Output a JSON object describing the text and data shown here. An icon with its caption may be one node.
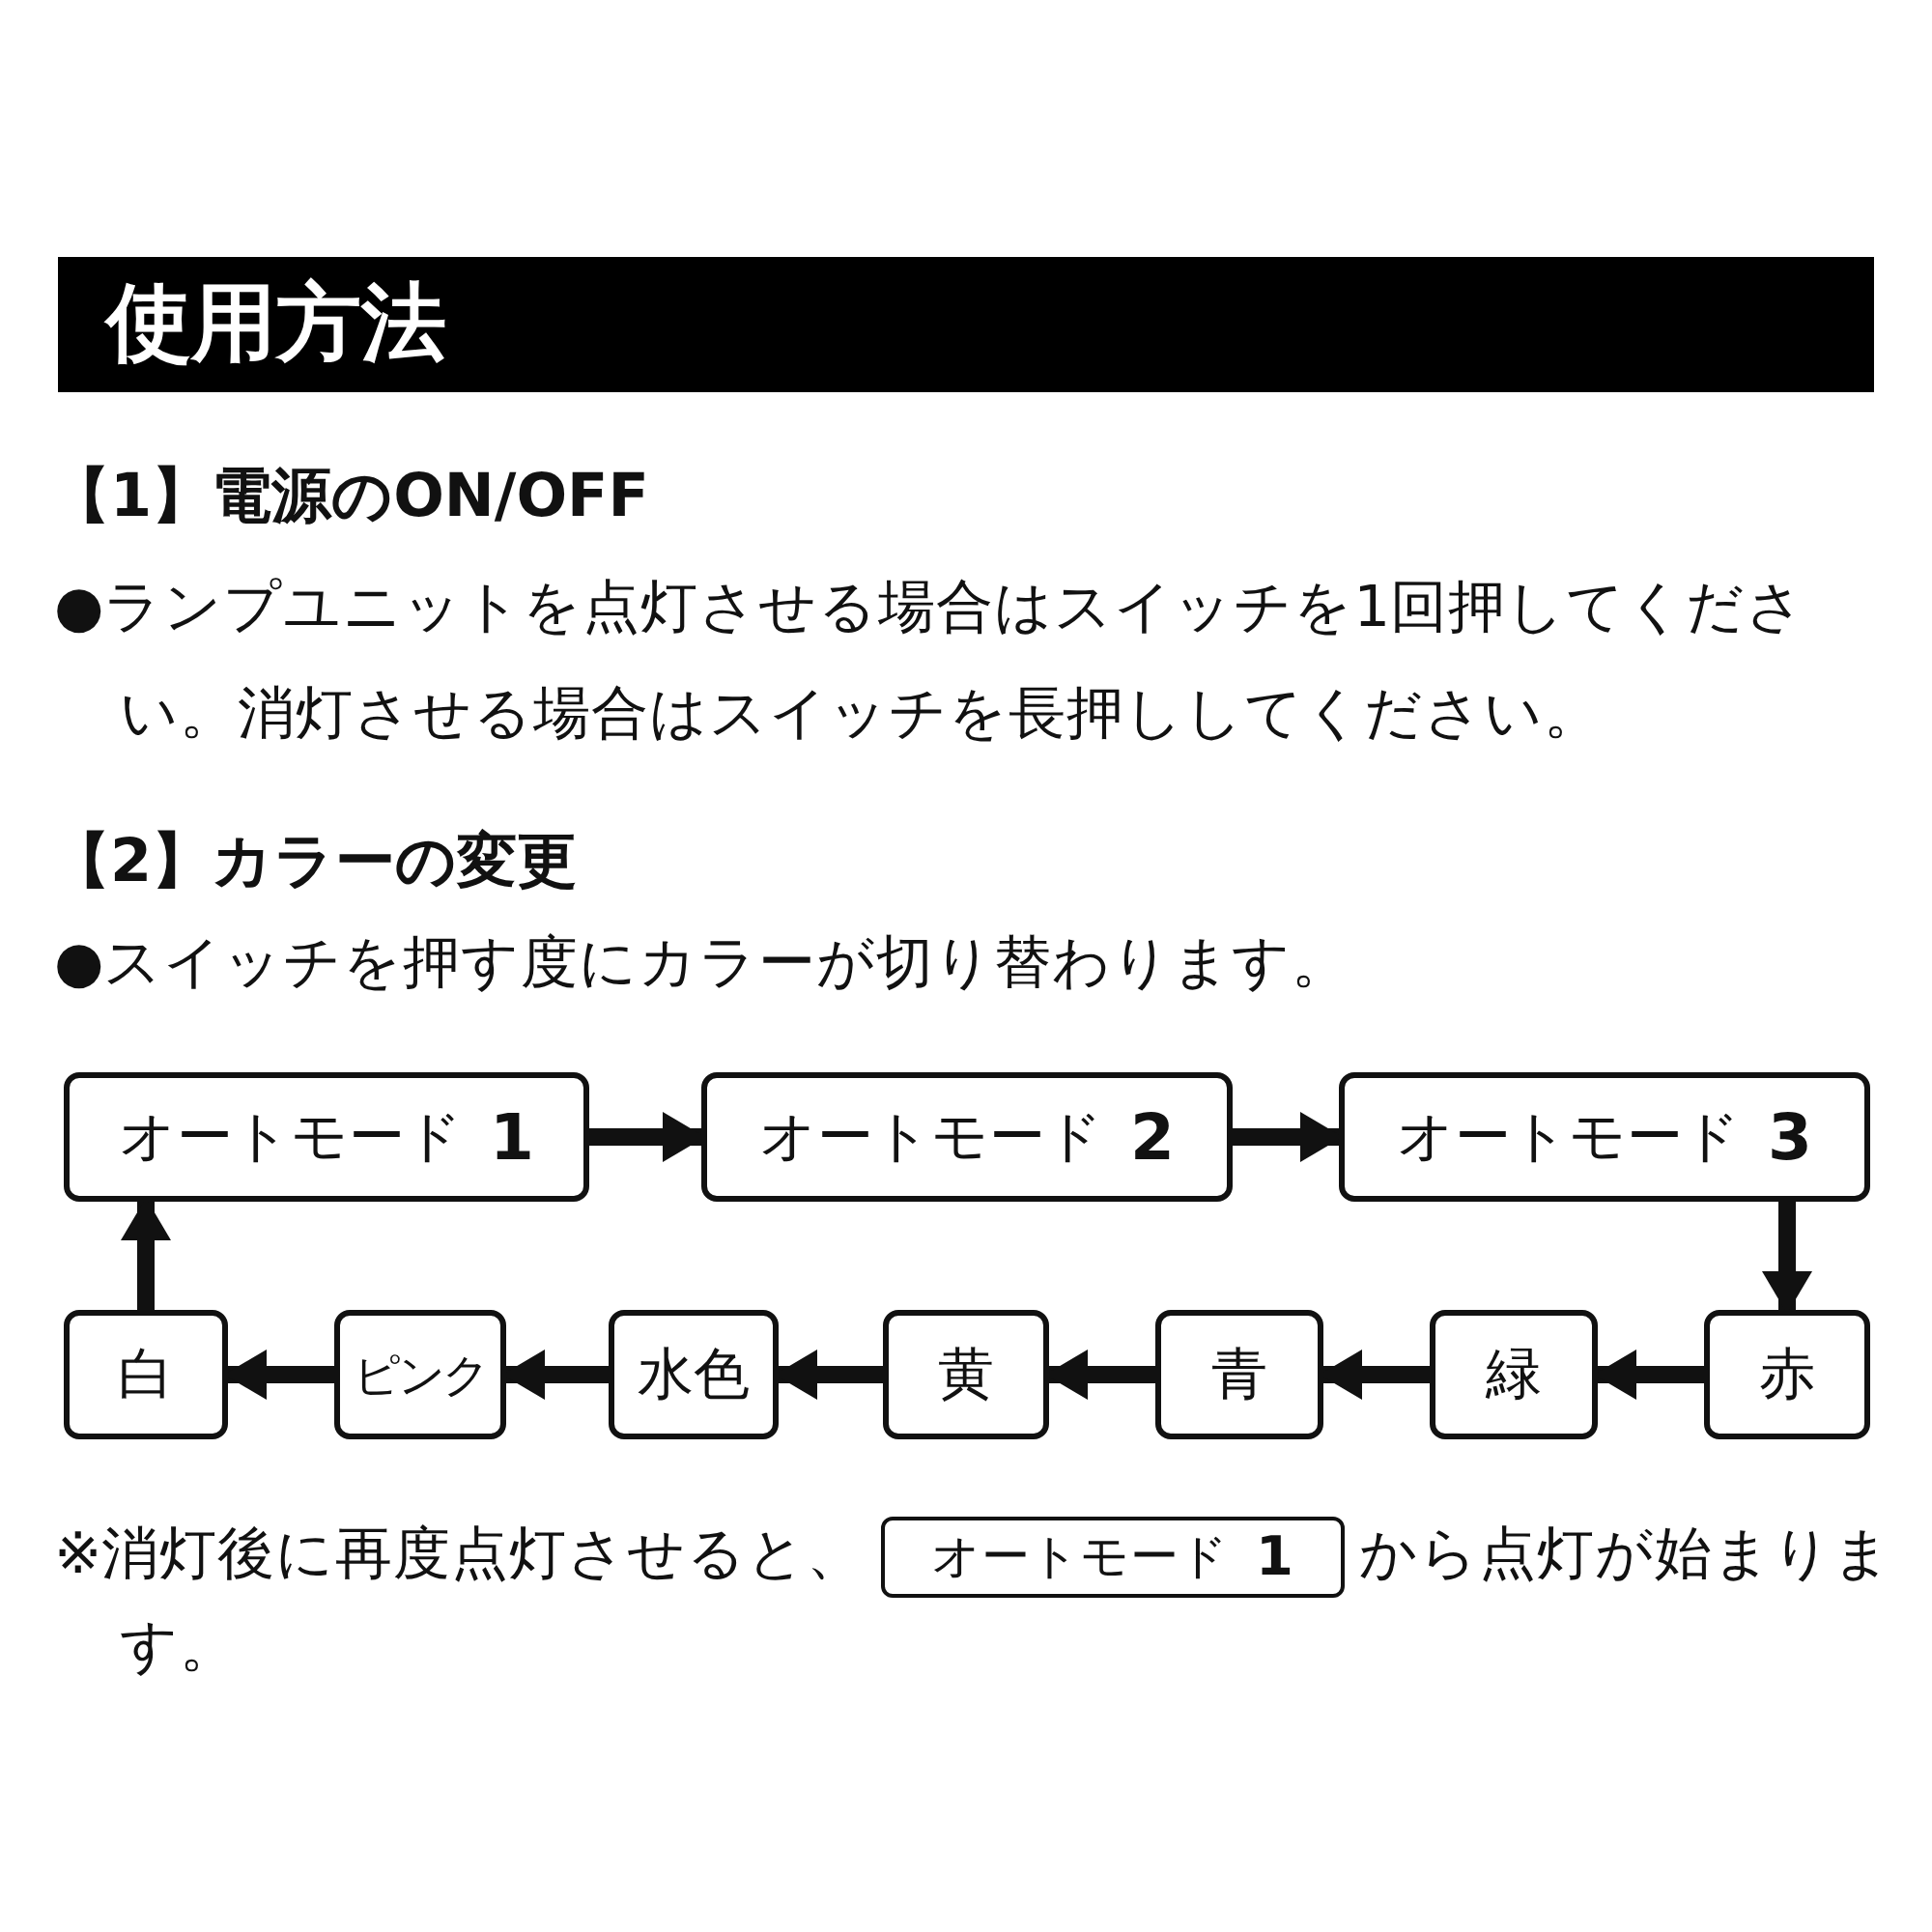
{
  "diagram": {
    "title": "使用方法",
    "nodes": [
      {
        "text": [
          "オートモード **1**"
        ]
      },
      {
        "text": [
          "オートモード **2**"
        ]
      },
      {
        "text": [
          "オートモード **3**"
        ]
      },
      {
        "text": [
          "白"
        ]
      },
      {
        "text": [
          "ピンク"
        ]
      },
      {
        "text": [
          "水色"
        ]
      },
      {
        "text": [
          "黄"
        ]
      },
      {
        "text": [
          "青"
        ]
      },
      {
        "text": [
          "緑"
        ]
      },
      {
        "text": [
          "赤"
        ]
      },
      {
        "text": [
          "オートモード **1**"
        ]
      }
    ],
    "edges": [
      {
        "from": 0,
        "to": 1,
        "arrow": "to"
      },
      {
        "from": 1,
        "to": 2,
        "arrow": "to"
      },
      {
        "from": 2,
        "to": 9,
        "arrow": "to"
      },
      {
        "from": 9,
        "to": 8,
        "arrow": "to"
      },
      {
        "from": 8,
        "to": 7,
        "arrow": "to"
      },
      {
        "from": 7,
        "to": 6,
        "arrow": "to"
      },
      {
        "from": 6,
        "to": 5,
        "arrow": "to"
      },
      {
        "from": 5,
        "to": 4,
        "arrow": "to"
      },
      {
        "from": 4,
        "to": 3,
        "arrow": "to"
      },
      {
        "from": 3,
        "to": 0,
        "arrow": "to"
      }
    ],
    "labels": [
      "【1】電源のON/OFF",
      "●ランプユニットを点灯させる場合はスイッチを1回押してください。消灯させる場合はスイッチを長押ししてください。",
      "【2】カラーの変更",
      "●スイッチを押す度にカラーが切り替わります。",
      "※消灯後に再度点灯させると、",
      "から点灯が始まります。"
    ]
  }
}
